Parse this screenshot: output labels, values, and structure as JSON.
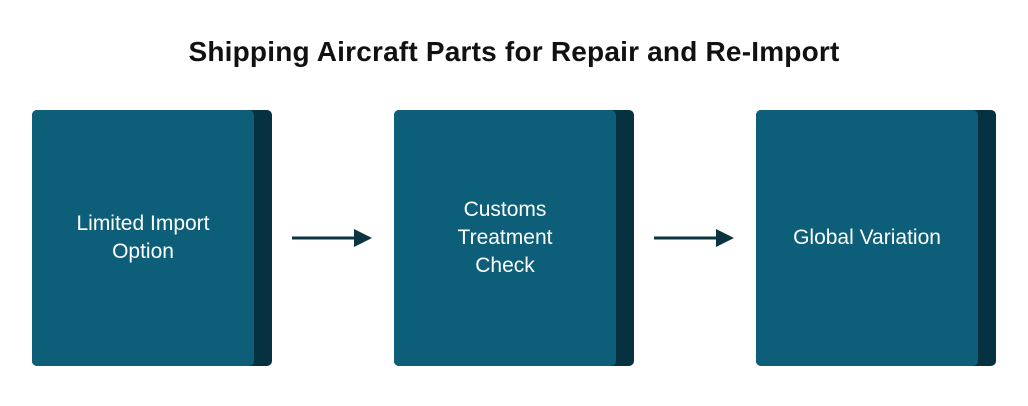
{
  "title": "Shipping Aircraft Parts for Repair and Re-Import",
  "steps": [
    {
      "label": "Limited Import Option"
    },
    {
      "label": "Customs Treatment Check"
    },
    {
      "label": "Global Variation"
    }
  ],
  "colors": {
    "box": "#0d5e78",
    "box_shadow": "#063141",
    "arrow": "#0b3340",
    "title": "#111111"
  }
}
